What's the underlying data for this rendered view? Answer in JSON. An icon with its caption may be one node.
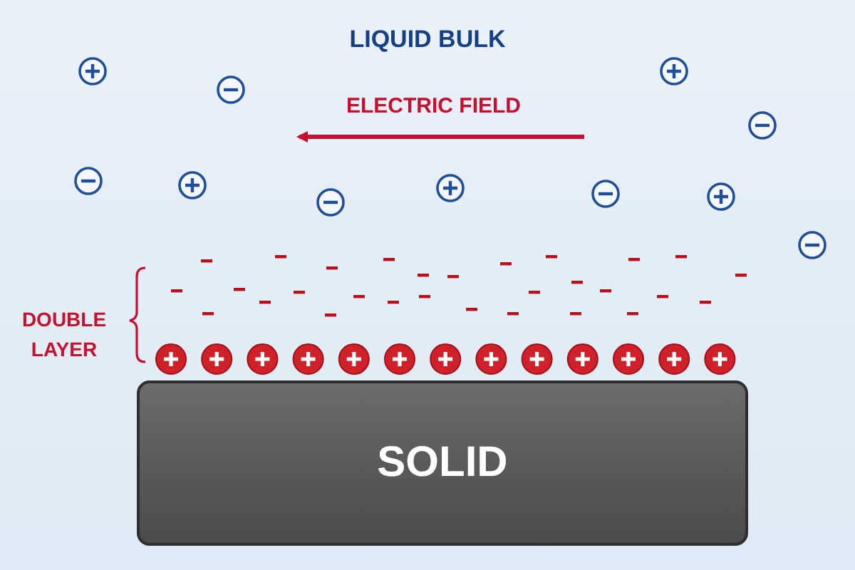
{
  "diagram": {
    "title": "LIQUID BULK",
    "nodes": [
      {
        "text": [
          "SOLID"
        ]
      }
    ],
    "labels": [
      "ELECTRIC FIELD",
      "DOUBLE LAYER"
    ]
  }
}
